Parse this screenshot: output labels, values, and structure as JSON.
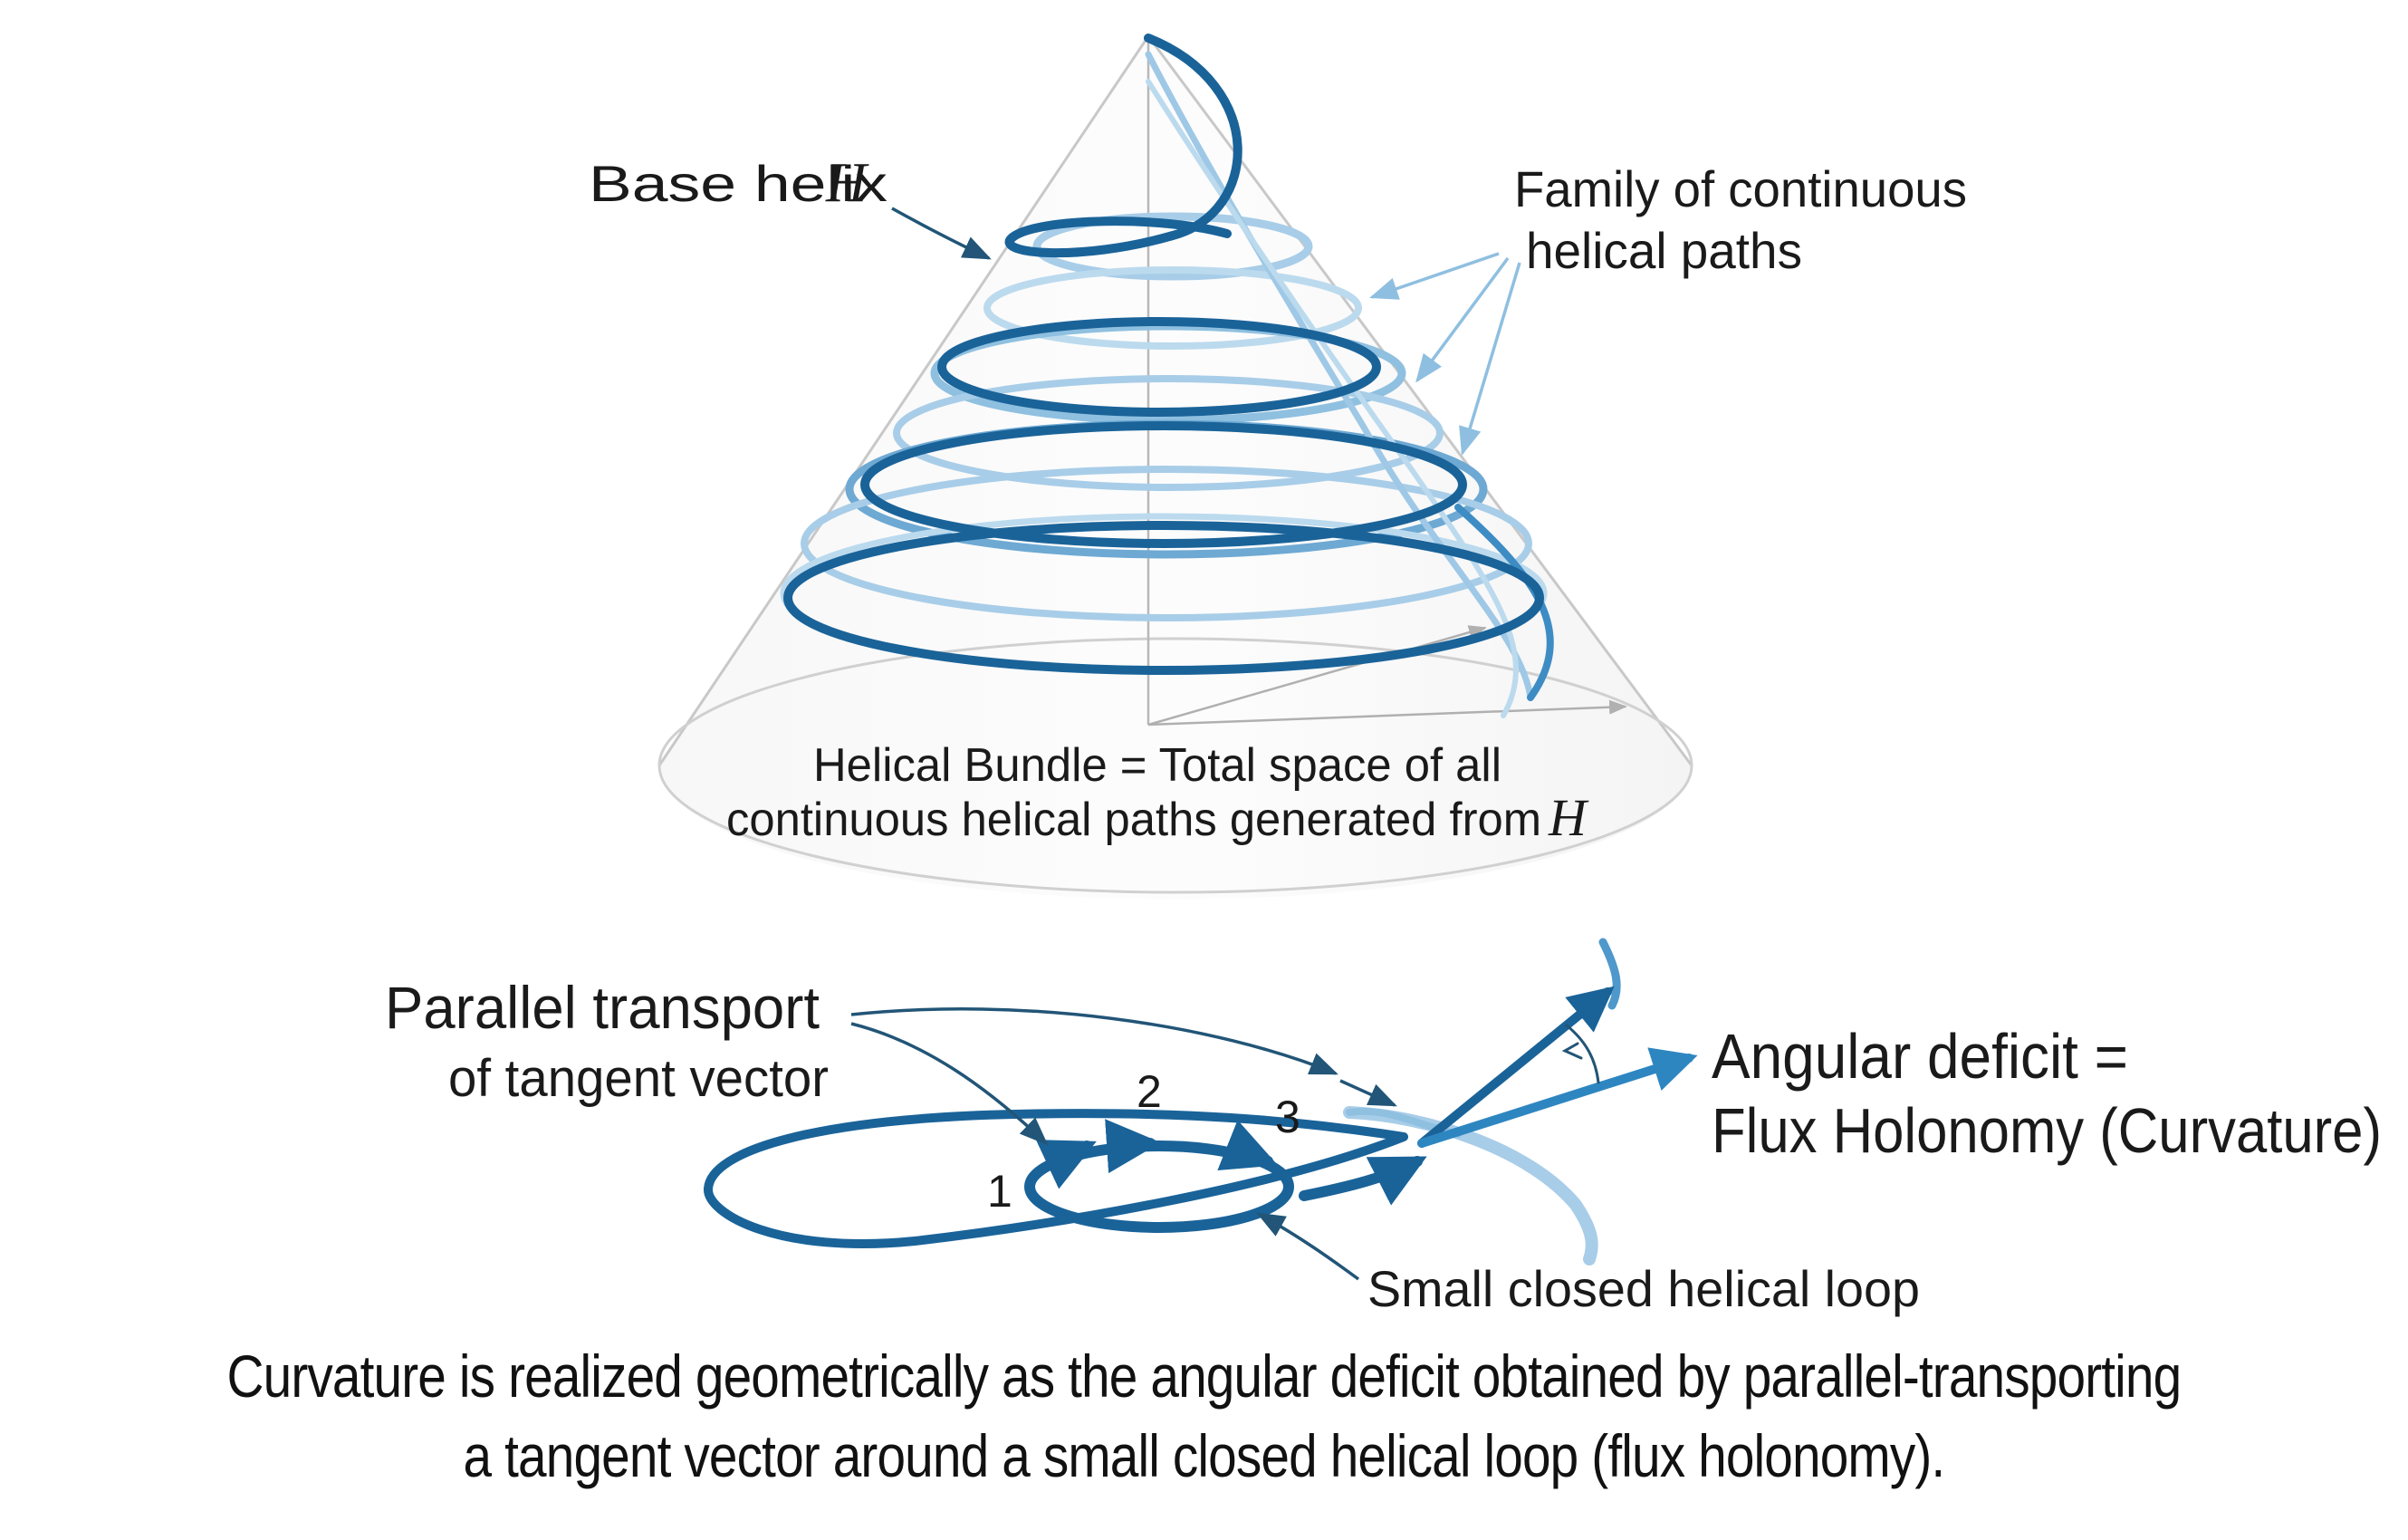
{
  "labels": {
    "base_helix": "Base helix ",
    "base_helix_symbol": "H",
    "family_line1": "Family of continuous",
    "family_line2": "helical paths",
    "bundle_line1": "Helical Bundle = Total space of all",
    "bundle_line2": "continuous helical paths generated from ",
    "bundle_symbol": "H",
    "parallel_line1": "Parallel transport",
    "parallel_line2": "of tangent vector",
    "angular_line1": "Angular deficit =",
    "angular_line2": "Flux Holonomy (Curvature)",
    "small_loop": "Small closed helical loop",
    "point_1": "1",
    "point_2": "2",
    "point_3": "3"
  },
  "caption": {
    "line1": "Curvature is realized geometrically as the angular deficit obtained by parallel-transporting",
    "line2": "a tangent vector around a small closed helical loop (flux holonomy)."
  },
  "colors": {
    "helix_dark": "#1a6399",
    "helix_light": "#8fc0e0",
    "helix_faint": "#bcdaee",
    "cone_edge": "#c8c8c8",
    "text": "#1a1a1a"
  }
}
